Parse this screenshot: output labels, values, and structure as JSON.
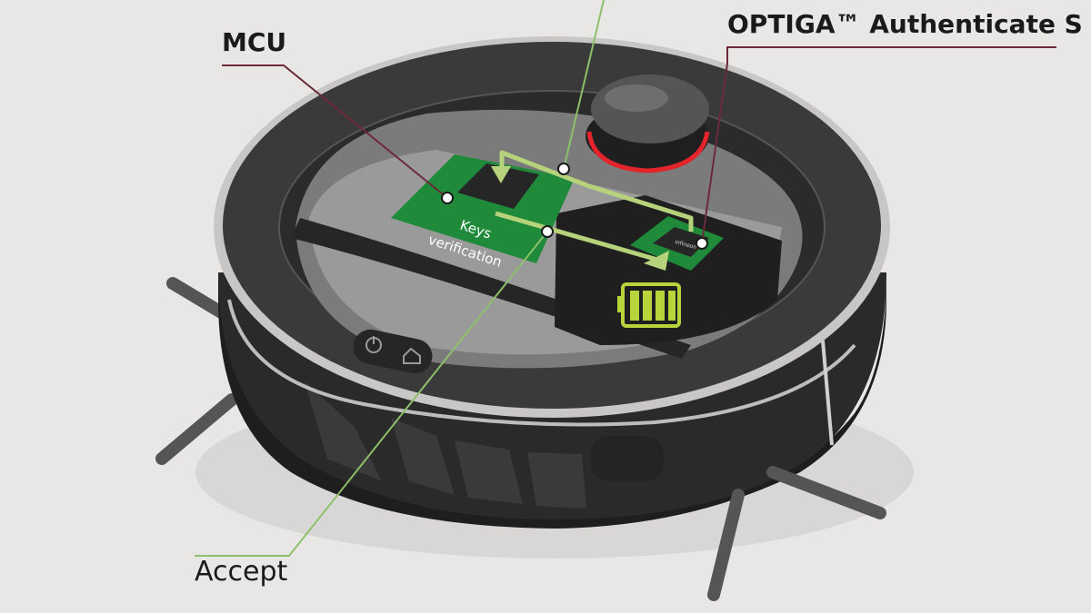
{
  "labels": {
    "mcu": "MCU",
    "optiga": "OPTIGA™ Authenticate S",
    "accept": "Accept",
    "keys_verification_line1": "Keys",
    "keys_verification_line2": "verification",
    "chip_brand": "infineon"
  },
  "battery_level": 1.0,
  "colors": {
    "background": "#e9e7e6",
    "robot_body": "#2f2f2f",
    "pcb_green": "#1f8a3a",
    "arrow_green": "#b6d27a",
    "leader_line": "#8dc06a",
    "battery_green": "#b7d43a",
    "red_ring": "#e3242b"
  },
  "icons": [
    "power-icon",
    "home-icon",
    "battery-icon",
    "infineon-chip-icon"
  ]
}
